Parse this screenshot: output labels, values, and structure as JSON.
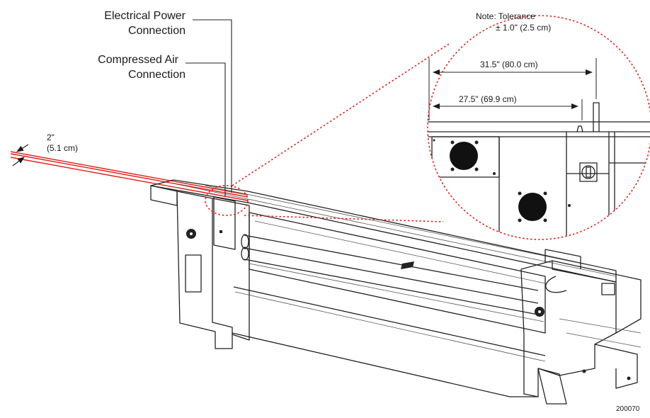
{
  "labels": {
    "electrical_line1": "Electrical Power",
    "electrical_line2": "Connection",
    "air_line1": "Compressed Air",
    "air_line2": "Connection",
    "clearance_line1": "2\"",
    "clearance_line2": "(5.1 cm)",
    "note_line1": "Note: Tolerance",
    "note_line2": "± 1.0\" (2.5 cm)",
    "dim_outer": "31.5\" (80.0 cm)",
    "dim_inner": "27.5\" (69.9 cm)",
    "figure_id": "200070"
  },
  "colors": {
    "highlight": "#e0201a",
    "ink": "#222222"
  }
}
